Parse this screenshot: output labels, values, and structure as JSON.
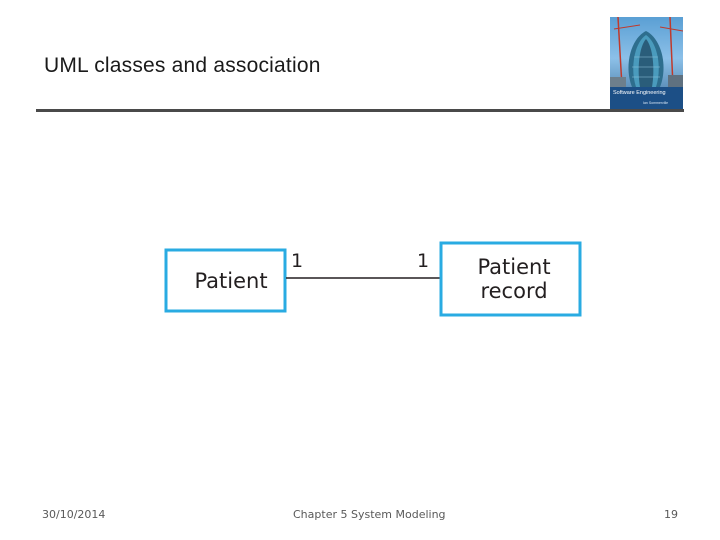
{
  "slide": {
    "title": "UML classes and association"
  },
  "book_cover": {
    "title": "Software Engineering",
    "subtitle": "Ian Sommerville",
    "accent_color": "#1c4f86"
  },
  "diagram": {
    "classes": [
      {
        "id": "patient",
        "lines": [
          "Patient"
        ]
      },
      {
        "id": "patient-record",
        "lines": [
          "Patient",
          "record"
        ]
      }
    ],
    "association": {
      "from": "patient",
      "to": "patient-record",
      "from_multiplicity": "1",
      "to_multiplicity": "1"
    },
    "box_border_color": "#29abe2",
    "line_color": "#231f20"
  },
  "footer": {
    "date": "30/10/2014",
    "chapter": "Chapter 5 System Modeling",
    "page": "19"
  }
}
